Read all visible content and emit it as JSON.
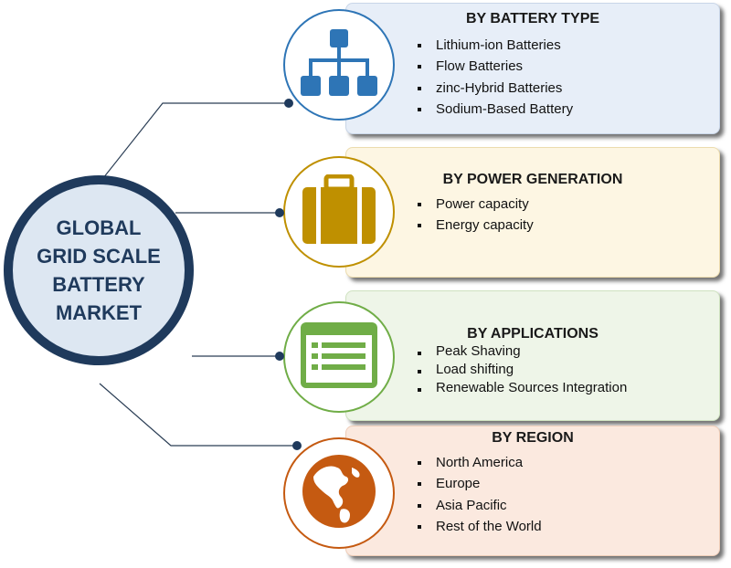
{
  "hub": {
    "title": "GLOBAL\nGRID SCALE\nBATTERY\nMARKET",
    "border_color": "#1f3a5c",
    "fill_color": "#dde7f2"
  },
  "segments": [
    {
      "title": "BY BATTERY  TYPE",
      "icon": "hierarchy-icon",
      "accent": "#2e75b6",
      "panel_bg": "#e7eef8",
      "items": [
        "Lithium-ion Batteries",
        "Flow Batteries",
        "zinc-Hybrid Batteries",
        "Sodium-Based Battery"
      ]
    },
    {
      "title": "BY POWER GENERATION",
      "icon": "briefcase-icon",
      "accent": "#bf9000",
      "panel_bg": "#fdf6e3",
      "items": [
        "Power capacity",
        "Energy capacity"
      ]
    },
    {
      "title": "BY APPLICATIONS",
      "icon": "list-window-icon",
      "accent": "#70ad47",
      "panel_bg": "#eef5e8",
      "items": [
        "Peak Shaving",
        "Load shifting",
        "Renewable  Sources Integration"
      ]
    },
    {
      "title": "BY REGION",
      "icon": "globe-icon",
      "accent": "#c55a11",
      "panel_bg": "#fbe9df",
      "items": [
        "North America",
        "Europe",
        "Asia Pacific",
        "Rest of the World"
      ]
    }
  ]
}
